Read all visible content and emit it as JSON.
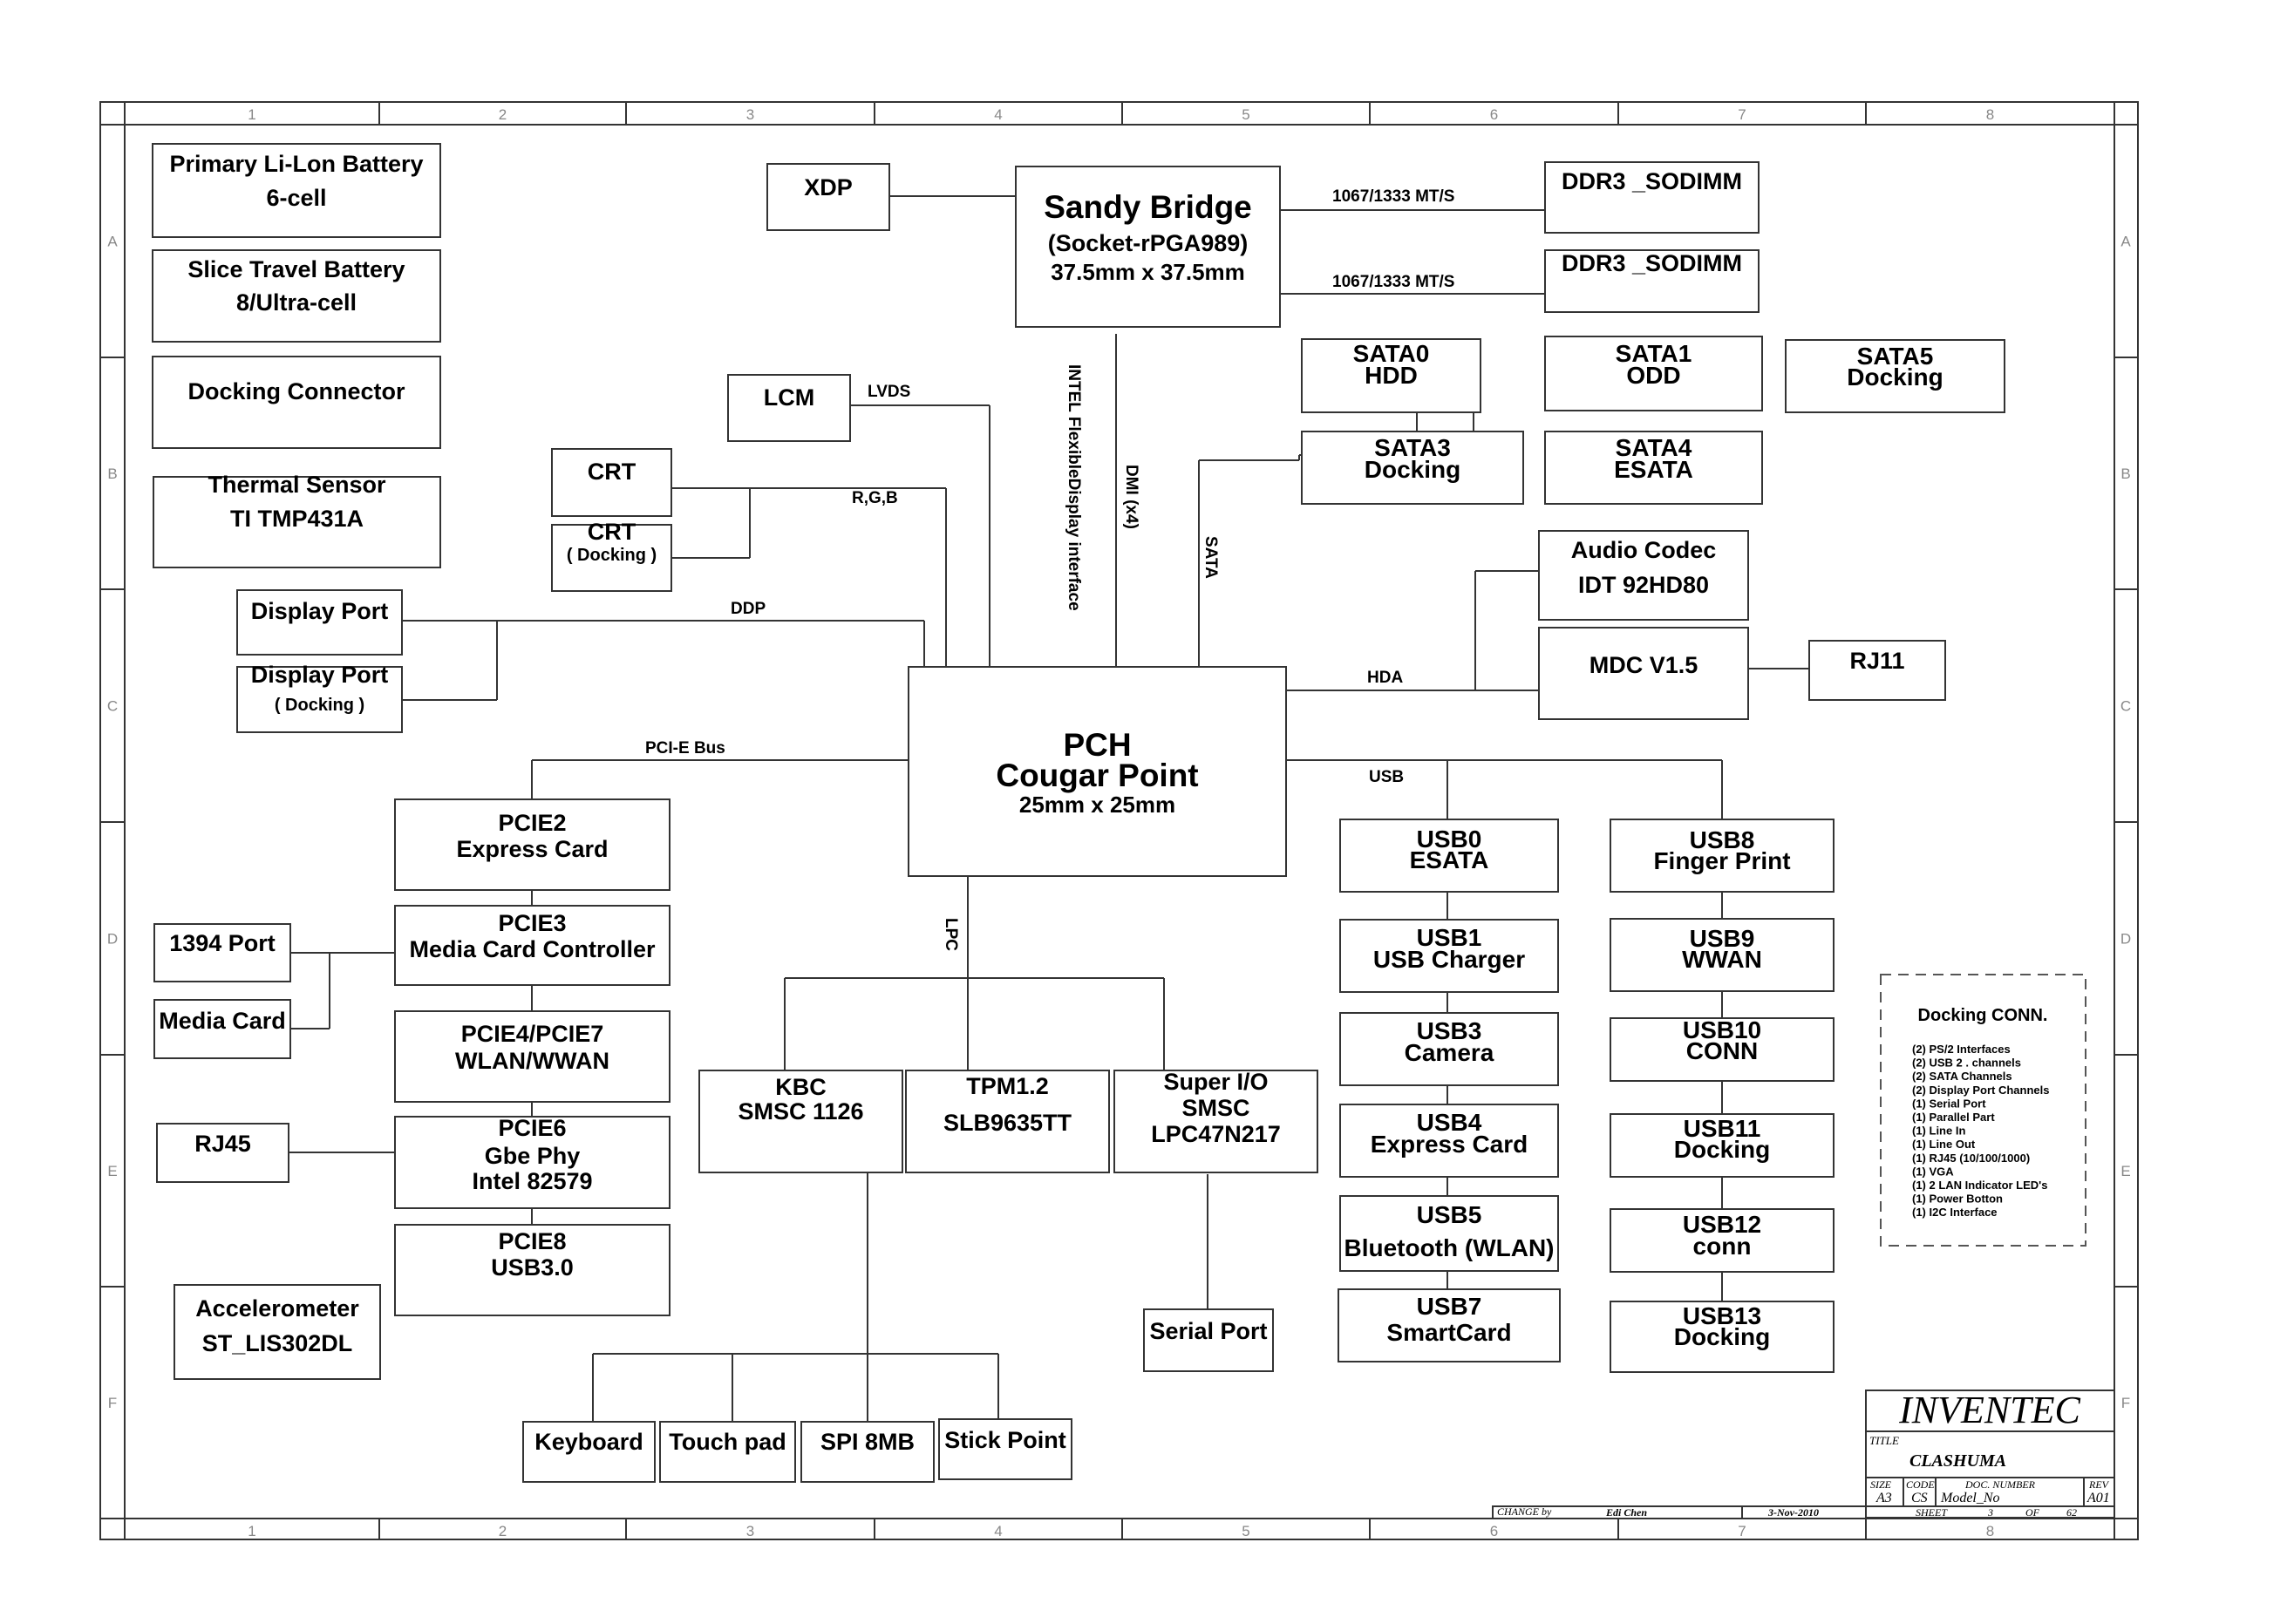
{
  "frame": {
    "columns": [
      "1",
      "2",
      "3",
      "4",
      "5",
      "6",
      "7",
      "8"
    ],
    "rows": [
      "A",
      "B",
      "C",
      "D",
      "E",
      "F"
    ]
  },
  "blocks": {
    "battery_primary": [
      "Primary Li-Lon Battery",
      "6-cell"
    ],
    "battery_slice": [
      "Slice Travel Battery",
      "8/Ultra-cell"
    ],
    "docking_connector": [
      "Docking Connector"
    ],
    "thermal_sensor": [
      "Thermal Sensor",
      "TI TMP431A"
    ],
    "xdp": [
      "XDP"
    ],
    "cpu": [
      "Sandy Bridge",
      "(Socket-rPGA989)",
      "37.5mm x 37.5mm"
    ],
    "ddr3_a": [
      "DDR3 _SODIMM"
    ],
    "ddr3_b": [
      "DDR3 _SODIMM"
    ],
    "lcm": [
      "LCM"
    ],
    "crt": [
      "CRT"
    ],
    "crt_docking": [
      "CRT",
      "( Docking )"
    ],
    "dp": [
      "Display Port"
    ],
    "dp_docking": [
      "Display Port",
      "( Docking )"
    ],
    "sata0": [
      "SATA0",
      "HDD"
    ],
    "sata1": [
      "SATA1",
      "ODD"
    ],
    "sata5": [
      "SATA5",
      "Docking"
    ],
    "sata3": [
      "SATA3",
      "Docking"
    ],
    "sata4": [
      "SATA4",
      "ESATA"
    ],
    "audio_codec": [
      "Audio Codec",
      "IDT 92HD80"
    ],
    "mdc": [
      "MDC V1.5"
    ],
    "rj11": [
      "RJ11"
    ],
    "pch": [
      "PCH",
      "Cougar Point",
      "25mm x 25mm"
    ],
    "pcie2": [
      "PCIE2",
      "Express Card"
    ],
    "pcie3": [
      "PCIE3",
      "Media Card Controller"
    ],
    "pcie4": [
      "PCIE4/PCIE7",
      "WLAN/WWAN"
    ],
    "pcie6": [
      "PCIE6",
      "Gbe Phy",
      "Intel 82579"
    ],
    "pcie8": [
      "PCIE8",
      "USB3.0"
    ],
    "port1394": [
      "1394 Port"
    ],
    "media_card": [
      "Media Card"
    ],
    "rj45": [
      "RJ45"
    ],
    "accelerometer": [
      "Accelerometer",
      "ST_LIS302DL"
    ],
    "kbc": [
      "KBC",
      "SMSC 1126"
    ],
    "tpm": [
      "TPM1.2",
      "SLB9635TT"
    ],
    "superio": [
      "Super I/O",
      "SMSC",
      "LPC47N217"
    ],
    "serial_port": [
      "Serial Port"
    ],
    "keyboard": [
      "Keyboard"
    ],
    "touchpad": [
      "Touch pad"
    ],
    "spi": [
      "SPI 8MB"
    ],
    "stick_point": [
      "Stick Point"
    ],
    "usb0": [
      "USB0",
      "ESATA"
    ],
    "usb1": [
      "USB1",
      "USB Charger"
    ],
    "usb3": [
      "USB3",
      "Camera"
    ],
    "usb4": [
      "USB4",
      "Express Card"
    ],
    "usb5": [
      "USB5",
      "Bluetooth (WLAN)"
    ],
    "usb7": [
      "USB7",
      "SmartCard"
    ],
    "usb8": [
      "USB8",
      "Finger Print"
    ],
    "usb9": [
      "USB9",
      "WWAN"
    ],
    "usb10": [
      "USB10",
      "CONN"
    ],
    "usb11": [
      "USB11",
      "Docking"
    ],
    "usb12": [
      "USB12",
      "conn"
    ],
    "usb13": [
      "USB13",
      "Docking"
    ]
  },
  "bus_labels": {
    "ddr_a": "1067/1333 MT/S",
    "ddr_b": "1067/1333 MT/S",
    "lvds": "LVDS",
    "rgb": "R,G,B",
    "ddp": "DDP",
    "fdi": "INTEL FlexibleDisplay interface",
    "dmi": "DMI (x4)",
    "sata": "SATA",
    "hda": "HDA",
    "usb": "USB",
    "pcie": "PCI-E Bus",
    "lpc": "LPC"
  },
  "docking_conn": {
    "title": "Docking CONN.",
    "items": [
      "(2) PS/2 Interfaces",
      "(2) USB 2 . channels",
      "(2) SATA Channels",
      "(2) Display Port Channels",
      "(1) Serial Port",
      "(1) Parallel Part",
      "(1) Line In",
      "(1) Line Out",
      "(1) RJ45 (10/100/1000)",
      "(1) VGA",
      "(1) 2 LAN Indicator LED's",
      "(1) Power Botton",
      "(1) I2C Interface"
    ]
  },
  "title_block": {
    "company": "INVENTEC",
    "title_label": "TITLE",
    "title": "CLASHUMA",
    "size_label": "SIZE",
    "size": "A3",
    "code_label": "CODE",
    "code": "CS",
    "doc_label": "DOC. NUMBER",
    "doc": "Model_No",
    "rev_label": "REV",
    "rev": "A01",
    "change_label": "CHANGE by",
    "change_by": "Edi Chen",
    "date": "3-Nov-2010",
    "sheet_label": "SHEET",
    "sheet": "3",
    "of_label": "OF",
    "of": "62"
  }
}
